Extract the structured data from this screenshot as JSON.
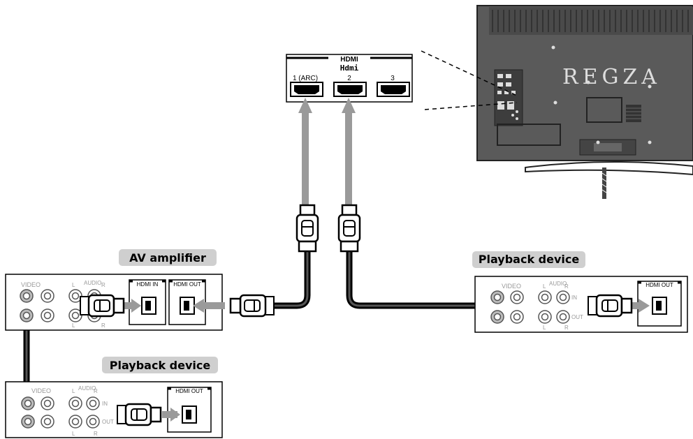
{
  "hdmi_panel": {
    "header": "HDMI",
    "logo": "Hdmi",
    "ports": [
      "1 (ARC)",
      "2",
      "3"
    ]
  },
  "tv": {
    "brand": "REGZA"
  },
  "av_amplifier": {
    "label": "AV amplifier",
    "video_label": "VIDEO",
    "audio_label": "AUDIO",
    "l": "L",
    "r": "R",
    "hdmi_in": "HDMI IN",
    "hdmi_out": "HDMI OUT"
  },
  "playback_right": {
    "label": "Playback device",
    "video_label": "VIDEO",
    "audio_label": "AUDIO",
    "l": "L",
    "r": "R",
    "in": "IN",
    "out": "OUT",
    "hdmi_out": "HDMI OUT"
  },
  "playback_bottom": {
    "label": "Playback device",
    "video_label": "VIDEO",
    "audio_label": "AUDIO",
    "l": "L",
    "r": "R",
    "in": "IN",
    "out": "OUT",
    "hdmi_out": "HDMI OUT"
  },
  "colors": {
    "arrow": "#9a9a9a",
    "label_bg": "#cfcfcf",
    "cable": "#111111",
    "tv_body": "#555555"
  }
}
